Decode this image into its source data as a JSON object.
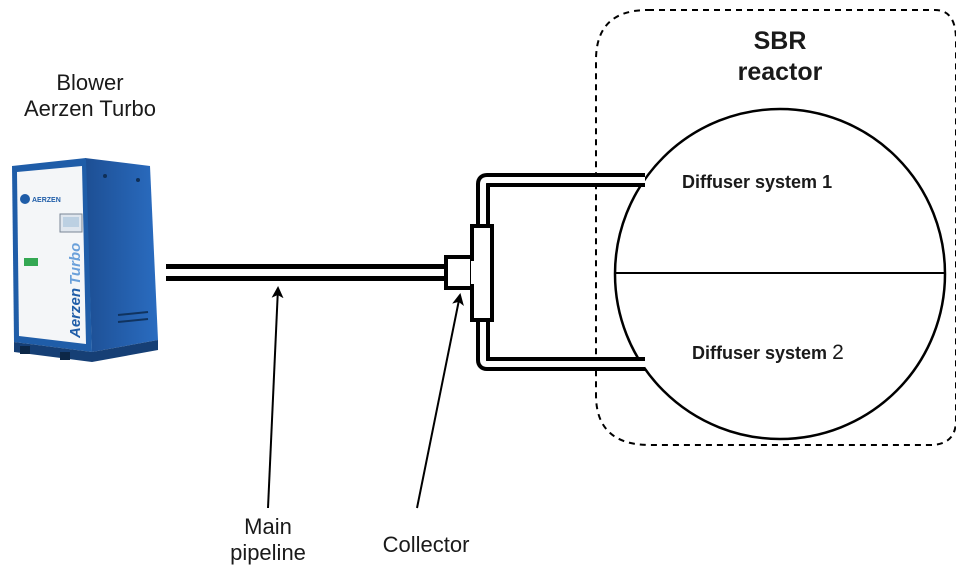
{
  "blower": {
    "label_line1": "Blower",
    "label_line2": "Aerzen Turbo",
    "logo_text": "AERZEN",
    "side_text_brand": "Aerzen",
    "side_text_model": "Turbo",
    "color_body": "#1f5da8",
    "color_panel": "#f4f6f8"
  },
  "reactor": {
    "title_line1": "SBR",
    "title_line2": "reactor",
    "diffuser1": {
      "name": "Diffuser system",
      "number": "1"
    },
    "diffuser2": {
      "name": "Diffuser system",
      "number": "2"
    }
  },
  "annotations": {
    "pipeline_line1": "Main",
    "pipeline_line2": "pipeline",
    "collector": "Collector"
  }
}
